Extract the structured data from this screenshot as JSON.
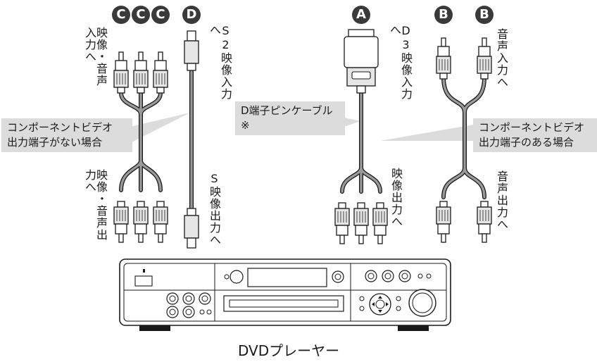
{
  "badges": {
    "c1": "C",
    "c2": "C",
    "c3": "C",
    "d": "D",
    "a": "A",
    "b1": "B",
    "b2": "B"
  },
  "labels": {
    "c_in": "映像・音声入力へ",
    "d_in": "S2映像入力へ",
    "a_in": "D3映像入力へ",
    "b_in": "音声入力へ",
    "c_out": "映像・音声出力へ",
    "d_out": "S映像出力へ",
    "a_out": "映像出力へ",
    "b_out": "音声出力へ"
  },
  "callouts": {
    "no_component": "コンポーネントビデオ\n出力端子がない場合",
    "d_cable": "D端子ピンケーブル\n※",
    "with_component": "コンポーネントビデオ\n出力端子のある場合"
  },
  "device_label": "DVDプレーヤー",
  "colors": {
    "badge": "#3a3a3a",
    "callout": "#dcdcdc",
    "cable": "#888888",
    "line": "#1a1a1a"
  }
}
